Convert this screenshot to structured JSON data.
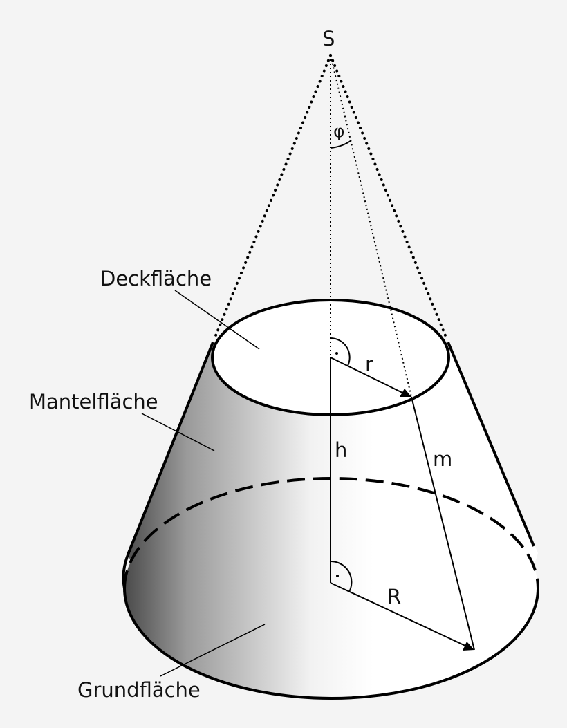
{
  "labels": {
    "apex": "S",
    "angle": "φ",
    "top_face": "Deckfläche",
    "lateral_surface": "Mantelfläche",
    "base_face": "Grundfläche",
    "small_radius": "r",
    "large_radius": "R",
    "height": "h",
    "slant_height": "m"
  },
  "colors": {
    "background": "#f4f4f4",
    "stroke": "#000000",
    "shade_dark": "#555555",
    "shade_light": "#ffffff"
  }
}
